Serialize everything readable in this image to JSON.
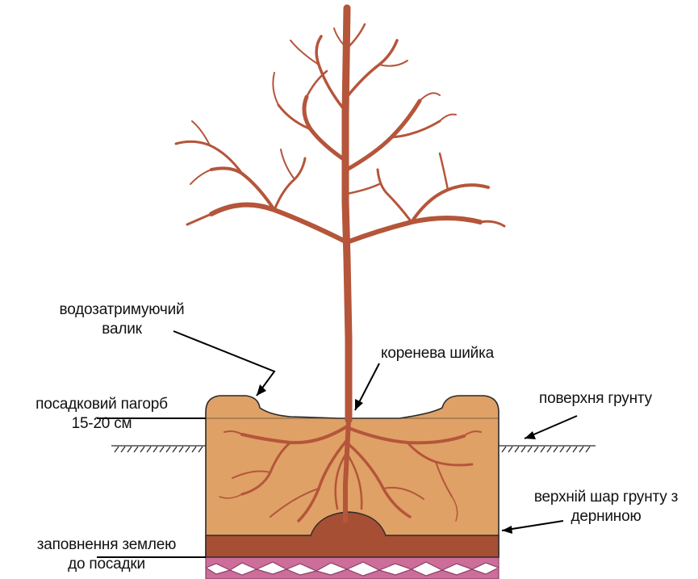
{
  "colors": {
    "tree": "#b5553a",
    "tree_dark": "#9c4530",
    "soil_fill": "#dfa166",
    "soil_mound": "#d99a5e",
    "bottom_layer": "#a64f35",
    "turf": "#cc6d9a",
    "turf_dark": "#8a3f68",
    "outline": "#2a2a2a"
  },
  "labels": {
    "water_ridge_line1": "водозатримуючий",
    "water_ridge_line2": "валик",
    "root_collar": "коренева шийка",
    "planting_mound_line1": "посадковий пагорб",
    "planting_mound_line2": "15-20 см",
    "soil_surface": "поверхня грунту",
    "topsoil_line1": "верхній шар грунту з",
    "topsoil_line2": "дерниною",
    "fill_line1": "заповнення землею",
    "fill_line2": "до посадки"
  },
  "icons": [
    "tree-icon",
    "roots-icon",
    "arrow-icon"
  ]
}
